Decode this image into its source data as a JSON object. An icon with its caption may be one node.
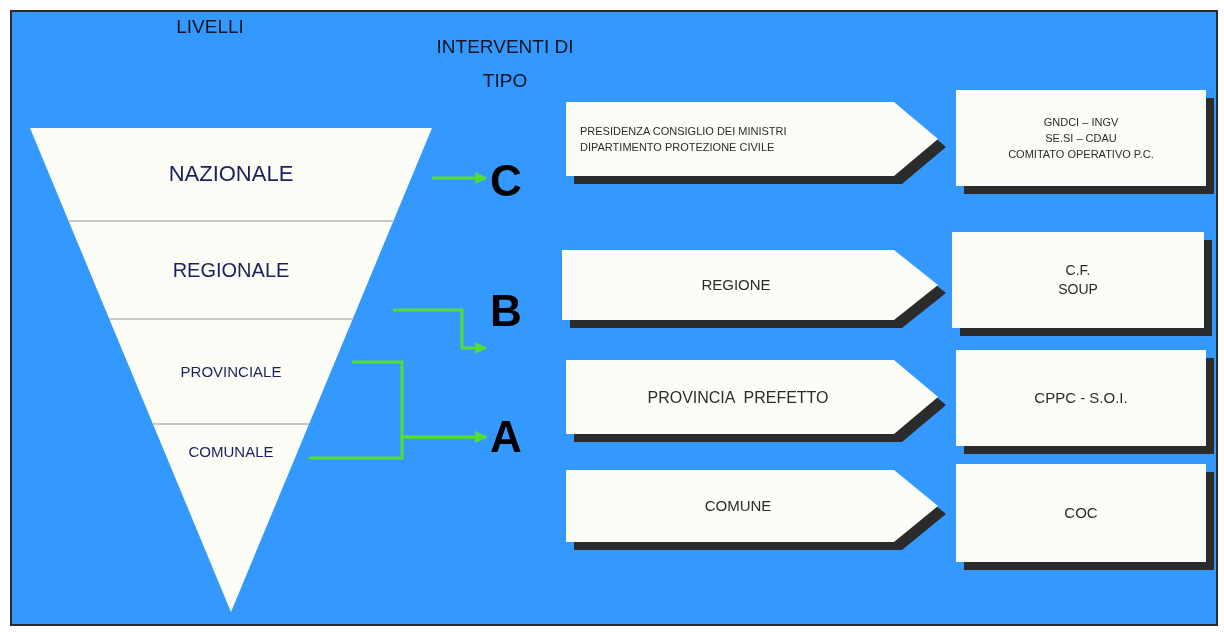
{
  "diagram": {
    "nodes": [
      {
        "text": [
          "NAZIONALE"
        ]
      },
      {
        "text": [
          "REGIONALE"
        ]
      },
      {
        "text": [
          "PROVINCIALE"
        ]
      },
      {
        "text": [
          "COMUNALE"
        ]
      },
      {
        "text": [
          "C"
        ]
      },
      {
        "text": [
          "PRESIDENZA CONSIGLIO DEI MINISTRI",
          "DIPARTIMENTO PROTEZIONE CIVILE"
        ]
      },
      {
        "text": [
          "GNDCI – INGV",
          "SE.SI – CDAU",
          "COMITATO OPERATIVO P.C."
        ]
      },
      {
        "text": [
          "B"
        ]
      },
      {
        "text": [
          "REGIONE"
        ]
      },
      {
        "text": [
          "C.F.",
          "SOUP"
        ]
      },
      {
        "text": [
          "A"
        ]
      },
      {
        "text": [
          "PROVINCIA  PREFETTO"
        ]
      },
      {
        "text": [
          "CPPC - S.O.I."
        ]
      },
      {
        "text": [
          "COMUNE"
        ]
      },
      {
        "text": [
          "COC"
        ]
      }
    ],
    "edges": [
      {
        "from": 0,
        "to": 4,
        "arrow": "to"
      },
      {
        "from": 1,
        "to": 7,
        "arrow": "to"
      },
      {
        "from": 2,
        "to": 10,
        "arrow": "to"
      },
      {
        "from": 3,
        "to": 10,
        "arrow": "to"
      }
    ],
    "labels": [
      "LIVELLI",
      "INTERVENTI DI TIPO"
    ]
  }
}
